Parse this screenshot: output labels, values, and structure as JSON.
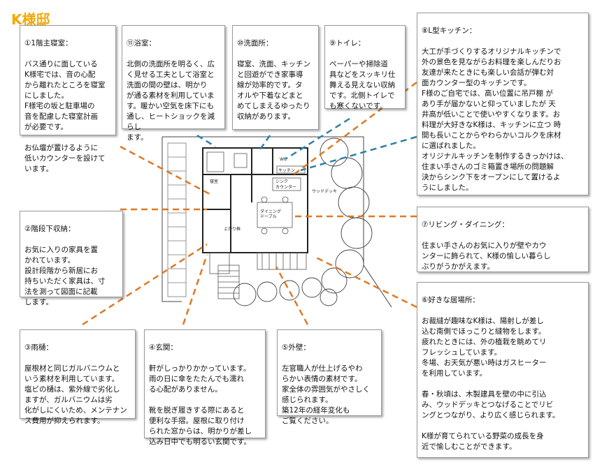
{
  "title": "K様邸",
  "colors": {
    "title": "#f5a800",
    "orange_arrow": "#e07820",
    "blue_arrow": "#2e7fa6"
  },
  "notes": {
    "n1": {
      "heading": "①1階主寝室：",
      "body": "バス通りに面している\nK様宅では、音の心配\nから離れたところを寝室\nにしました。\nF様宅の坂と駐車場の\n音を配慮した寝室計画\nが必要です。\n\nお仏壇が置けるように\n低いカウンターを設けて\nいます。"
    },
    "n11": {
      "heading": "⑪浴室：",
      "body": "北側の洗面所を明るく、広\nく見せる工夫として浴室と\n洗面の間の壁は、明かり\nが通る素材を利用していま\nす。暖かい空気を床下にも\n通し、ヒートショックを減らし\nます。"
    },
    "n10": {
      "heading": "⑩洗面所：",
      "body": "寝室、洗面、キッチン\nと回遊ができ家事導\n線が効率的です。タ\nオルや下着などまと\nめてしまえるゆったり\n収納があります。"
    },
    "n9": {
      "heading": "⑨トイレ：",
      "body": "ペーパーや掃除道\n具などをスッキリ仕\n舞える見えない収納\nです。北側トイレで\nも寒くないです。"
    },
    "n8": {
      "heading": "⑧L型キッチン：",
      "body": "大工が手づくりするオリジナルキッチンで\n外の景色を見ながらお料理を楽しんだりお\n友達が来たときにも楽しい会話が弾む対\n面カウンター型のキッチンです。\nF様のご自宅では、高い位置に吊戸棚 が\nあり手が届かないと仰っていましたが 天\n井高が低いことで使いやすくなります。お\n料理が大好きなK様は、キッチンに立つ 時\n間も長いことからやわらかいコルクを床材\nに選ばれました。\n オリジナルキッチンを制作するきっかけは、\n住まい手さんのゴミ箱置き場所の問題解\n決からシンク下をオープンにして置けるよ\nうにしました。"
    },
    "n2": {
      "heading": "②階段下収納：",
      "body": "お気に入りの家具を置\nかれています。\n設計段階から新居にお\n持ちいただく家具は、寸\n法を測って図面に記載\nします。"
    },
    "n7": {
      "heading": "⑦リビング・ダイニング：",
      "body": "住まい手さんのお気に入りが壁やカウ\nンターに飾られて、K様の愉しい暮らし\nぶりがうかがえます。"
    },
    "n6": {
      "heading": "⑥好きな居場所：",
      "body": "お裁縫が趣味なK様は、陽射しが差し\n込む南側でほっこりと縫物をします。\n疲れたときには、外の植栽を眺めてリ\nフレッシュしています。\n冬場、お天気が悪い時はガスヒーター\nを利用しています。\n\n春・秋頃は、木製建具を壁の中に引込\nみ、ウッドデッキとつなげることでリビ\nングとつながり、より広く感じられます。\n\nK様が育てられている野菜の成長を身\n近で愉しむことができます。"
    },
    "n3": {
      "heading": "③雨樋：",
      "body": "屋根材と同じガルバニウムと\nいう素材を利用しています。\n塩ビの樋は、紫外線で劣化し\nますが、ガルバニウムは劣\n化がしにくいため、メンテナン\nス費用が抑えられます。"
    },
    "n4": {
      "heading": "④玄関：",
      "body": "軒がしっかりかかっています。\n雨の日に傘をたたんでも濡れ\nる心配がありません。\n\n靴を脱ぎ履きする際にあると\n便利な手摺。屋根に取り付け\nられた窓からは、明かりが差し\n込み日中でも明るい玄関です。"
    },
    "n5": {
      "heading": "⑤外壁：",
      "body": "左官職人が仕上げるやわ\nらかい表情の素材です。\n家全体の雰囲気がやさしく\n感じられます。\n築12年の経年変化も\nご覧ください。"
    }
  },
  "plan_labels": {
    "bedroom": "寝室",
    "wc": "WC",
    "kitchen": "キッチン",
    "sink": "シンク",
    "counter": "カウンター",
    "dining": "ダイニング\nテーブル",
    "stairs_storage": "上がり框",
    "wood_deck": "ウッドデッキ"
  }
}
